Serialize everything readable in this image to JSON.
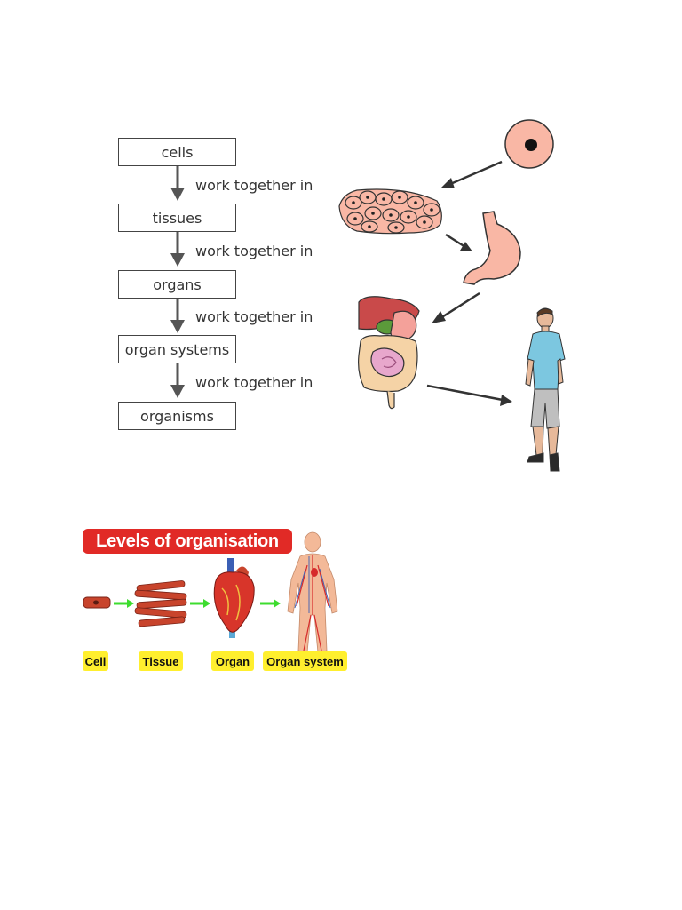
{
  "flow": {
    "steps": [
      "cells",
      "tissues",
      "organs",
      "organ systems",
      "organisms"
    ],
    "connector": "work together in"
  },
  "levels": {
    "title": "Levels of organisation",
    "labels": [
      "Cell",
      "Tissue",
      "Organ",
      "Organ system"
    ]
  },
  "colors": {
    "cell_fill": "#f9b7a5",
    "title_bg": "#e12a26",
    "label_bg": "#ffef2e",
    "arrow_green": "#3ddc2f"
  }
}
